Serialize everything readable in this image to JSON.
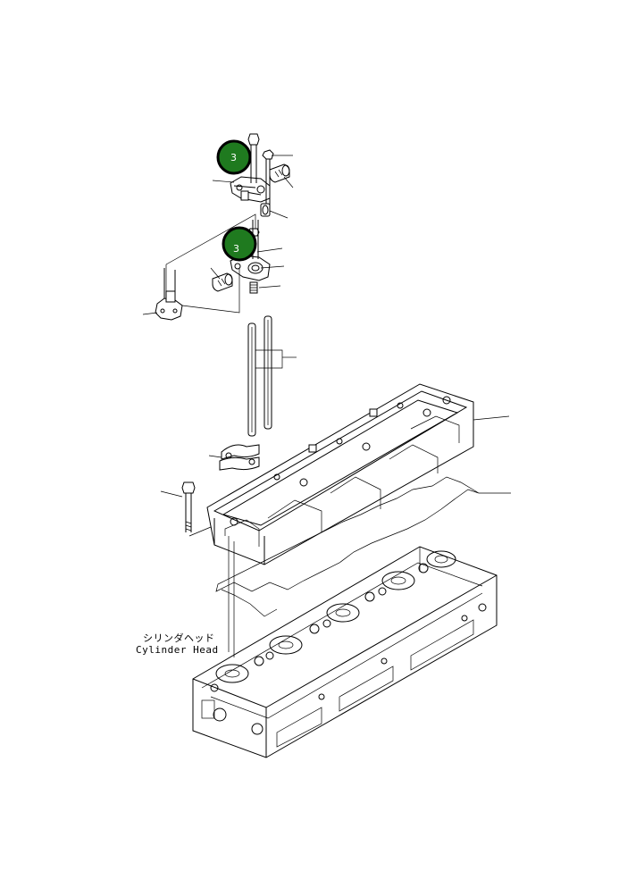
{
  "callouts": [
    {
      "label": "3",
      "color": "#1f7a1f"
    },
    {
      "label": "3",
      "color": "#1f7a1f"
    }
  ],
  "cylinder_head_label": {
    "japanese": "シリンダヘッド",
    "english": "Cylinder Head"
  }
}
